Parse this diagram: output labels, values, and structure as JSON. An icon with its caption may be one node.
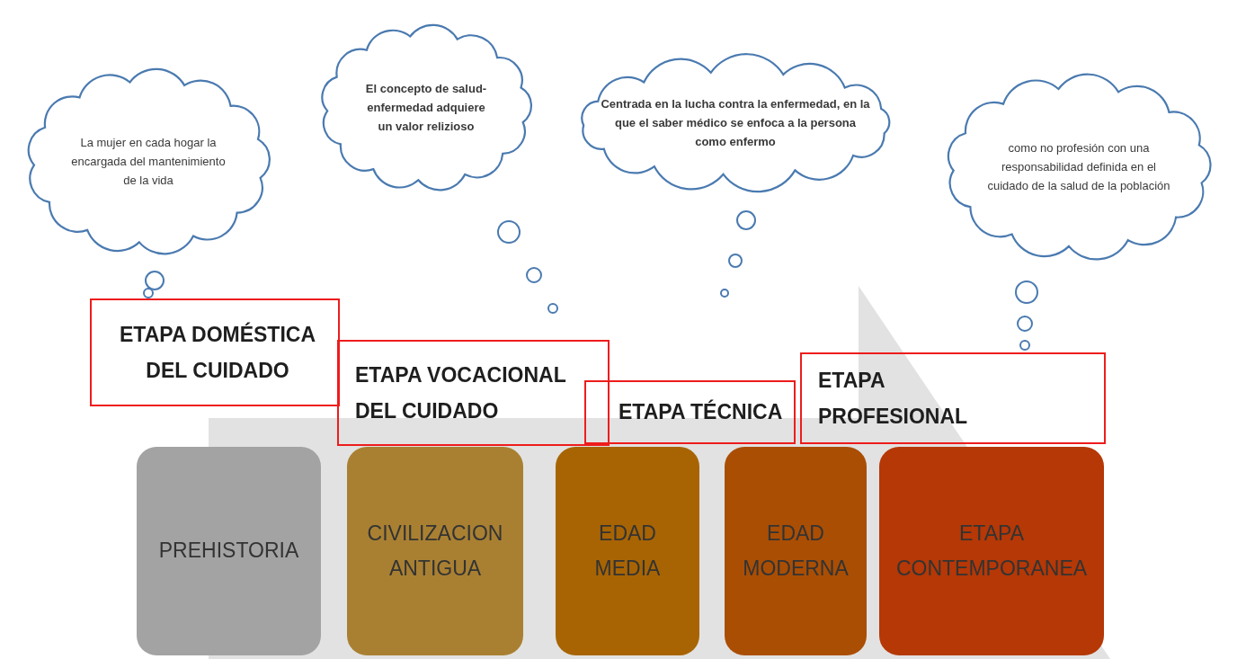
{
  "diagram": {
    "nodes": [
      {
        "text": [
          "La mujer en cada hogar la encargada del mantenimiento de la vida"
        ]
      },
      {
        "text": [
          "El concepto de salud-enfermedad adquiere un valor relizioso"
        ]
      },
      {
        "text": [
          "Centrada en la lucha contra la enfermedad, en la que el saber médico se enfoca a la persona como enfermo"
        ]
      },
      {
        "text": [
          "como no profesión con una responsabilidad definida en el cuidado de la salud de la población"
        ]
      },
      {
        "text": [
          "ETAPA DOMÉSTICA DEL CUIDADO"
        ]
      },
      {
        "text": [
          "ETAPA VOCACIONAL DEL CUIDADO"
        ]
      },
      {
        "text": [
          "ETAPA TÉCNICA"
        ]
      },
      {
        "text": [
          "ETAPA PROFESIONAL"
        ]
      },
      {
        "text": [
          "PREHISTORIA"
        ]
      },
      {
        "text": [
          "CIVILIZACION ANTIGUA"
        ]
      },
      {
        "text": [
          "EDAD MEDIA"
        ]
      },
      {
        "text": [
          "EDAD MODERNA"
        ]
      },
      {
        "text": [
          "ETAPA CONTEMPORANEA"
        ]
      }
    ],
    "edges": []
  }
}
